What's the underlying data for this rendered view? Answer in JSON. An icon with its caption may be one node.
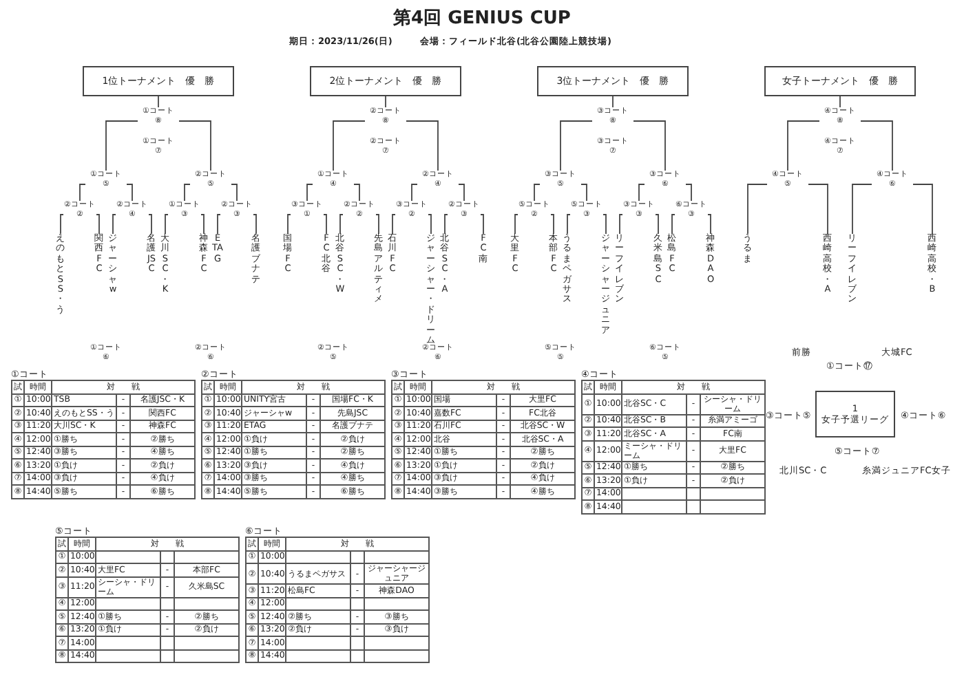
{
  "diagram": {
    "title": "第4回 GENIUS CUP",
    "nodes": [
      {
        "text": [
          "1位トーナメント　優　勝"
        ]
      },
      {
        "text": [
          "①コート",
          "⑧"
        ]
      },
      {
        "text": [
          "①コート",
          "⑦"
        ]
      },
      {
        "text": [
          "①コート",
          "⑤"
        ]
      },
      {
        "text": [
          "②コート",
          "⑤"
        ]
      },
      {
        "text": [
          "②コート",
          "②"
        ]
      },
      {
        "text": [
          "②コート",
          "④"
        ]
      },
      {
        "text": [
          "①コート",
          "③"
        ]
      },
      {
        "text": [
          "②コート",
          "③"
        ]
      },
      {
        "text": [
          "えのもとSS・う"
        ]
      },
      {
        "text": [
          "関西FC"
        ]
      },
      {
        "text": [
          "ジャーシャw"
        ]
      },
      {
        "text": [
          "名護JSC"
        ]
      },
      {
        "text": [
          "大川SC・K"
        ]
      },
      {
        "text": [
          "神森FC"
        ]
      },
      {
        "text": [
          "ETAG"
        ]
      },
      {
        "text": [
          "名護ブナテ"
        ]
      },
      {
        "text": [
          "①コート",
          "⑥"
        ]
      },
      {
        "text": [
          "②コート",
          "⑥"
        ]
      },
      {
        "text": [
          "2位トーナメント　優　勝"
        ]
      },
      {
        "text": [
          "②コート",
          "⑧"
        ]
      },
      {
        "text": [
          "②コート",
          "⑦"
        ]
      },
      {
        "text": [
          "①コート",
          "④"
        ]
      },
      {
        "text": [
          "②コート",
          "④"
        ]
      },
      {
        "text": [
          "③コート",
          "①"
        ]
      },
      {
        "text": [
          "②コート",
          "②"
        ]
      },
      {
        "text": [
          "③コート",
          "②"
        ]
      },
      {
        "text": [
          "②コート",
          "③"
        ]
      },
      {
        "text": [
          "国場FC"
        ]
      },
      {
        "text": [
          "FC北谷"
        ]
      },
      {
        "text": [
          "北谷SC・W"
        ]
      },
      {
        "text": [
          "先島アルティメ"
        ]
      },
      {
        "text": [
          "石川FC"
        ]
      },
      {
        "text": [
          "ジャーシャー・ドリーム"
        ]
      },
      {
        "text": [
          "北谷SC・A"
        ]
      },
      {
        "text": [
          "FC南"
        ]
      },
      {
        "text": [
          "②コート",
          "⑤"
        ]
      },
      {
        "text": [
          "②コート",
          "⑥"
        ]
      },
      {
        "text": [
          "3位トーナメント　優　勝"
        ]
      },
      {
        "text": [
          "③コート",
          "⑧"
        ]
      },
      {
        "text": [
          "③コート",
          "⑦"
        ]
      },
      {
        "text": [
          "③コート",
          "⑤"
        ]
      },
      {
        "text": [
          "③コート",
          "⑥"
        ]
      },
      {
        "text": [
          "⑤コート",
          "②"
        ]
      },
      {
        "text": [
          "⑤コート",
          "③"
        ]
      },
      {
        "text": [
          "③コート",
          "③"
        ]
      },
      {
        "text": [
          "⑥コート",
          "③"
        ]
      },
      {
        "text": [
          "大里FC"
        ]
      },
      {
        "text": [
          "本部FC"
        ]
      },
      {
        "text": [
          "うるまペガサス"
        ]
      },
      {
        "text": [
          "ジャーシャージュニア"
        ]
      },
      {
        "text": [
          "リーフイレブン"
        ]
      },
      {
        "text": [
          "久米島SC"
        ]
      },
      {
        "text": [
          "松島FC"
        ]
      },
      {
        "text": [
          "神森DAO"
        ]
      },
      {
        "text": [
          "⑤コート",
          "⑤"
        ]
      },
      {
        "text": [
          "⑥コート",
          "⑤"
        ]
      },
      {
        "text": [
          "女子トーナメント　優　勝"
        ]
      },
      {
        "text": [
          "④コート",
          "⑧"
        ]
      },
      {
        "text": [
          "④コート",
          "⑦"
        ]
      },
      {
        "text": [
          "④コート",
          "⑤"
        ]
      },
      {
        "text": [
          "④コート",
          "⑥"
        ]
      },
      {
        "text": [
          "うるま"
        ]
      },
      {
        "text": [
          "西崎高校・A"
        ]
      },
      {
        "text": [
          "リーフイレブン"
        ]
      },
      {
        "text": [
          "西崎高校・B"
        ]
      },
      {
        "text": [
          "1",
          "女子予選リーグ"
        ]
      }
    ],
    "edges": [
      {
        "from": 1,
        "to": 0,
        "arrow": "none"
      },
      {
        "from": 3,
        "to": 1,
        "arrow": "none"
      },
      {
        "from": 4,
        "to": 1,
        "arrow": "none"
      },
      {
        "from": 5,
        "to": 3,
        "arrow": "none"
      },
      {
        "from": 6,
        "to": 3,
        "arrow": "none"
      },
      {
        "from": 7,
        "to": 4,
        "arrow": "none"
      },
      {
        "from": 8,
        "to": 4,
        "arrow": "none"
      },
      {
        "from": 9,
        "to": 5,
        "arrow": "none"
      },
      {
        "from": 10,
        "to": 5,
        "arrow": "none"
      },
      {
        "from": 11,
        "to": 6,
        "arrow": "none"
      },
      {
        "from": 12,
        "to": 6,
        "arrow": "none"
      },
      {
        "from": 13,
        "to": 7,
        "arrow": "none"
      },
      {
        "from": 14,
        "to": 7,
        "arrow": "none"
      },
      {
        "from": 15,
        "to": 8,
        "arrow": "none"
      },
      {
        "from": 16,
        "to": 8,
        "arrow": "none"
      },
      {
        "from": 20,
        "to": 19,
        "arrow": "none"
      },
      {
        "from": 22,
        "to": 20,
        "arrow": "none"
      },
      {
        "from": 23,
        "to": 20,
        "arrow": "none"
      },
      {
        "from": 24,
        "to": 22,
        "arrow": "none"
      },
      {
        "from": 25,
        "to": 22,
        "arrow": "none"
      },
      {
        "from": 26,
        "to": 23,
        "arrow": "none"
      },
      {
        "from": 27,
        "to": 23,
        "arrow": "none"
      },
      {
        "from": 28,
        "to": 24,
        "arrow": "none"
      },
      {
        "from": 29,
        "to": 24,
        "arrow": "none"
      },
      {
        "from": 30,
        "to": 25,
        "arrow": "none"
      },
      {
        "from": 31,
        "to": 25,
        "arrow": "none"
      },
      {
        "from": 32,
        "to": 26,
        "arrow": "none"
      },
      {
        "from": 33,
        "to": 26,
        "arrow": "none"
      },
      {
        "from": 34,
        "to": 27,
        "arrow": "none"
      },
      {
        "from": 35,
        "to": 27,
        "arrow": "none"
      },
      {
        "from": 39,
        "to": 38,
        "arrow": "none"
      },
      {
        "from": 41,
        "to": 39,
        "arrow": "none"
      },
      {
        "from": 42,
        "to": 39,
        "arrow": "none"
      },
      {
        "from": 43,
        "to": 41,
        "arrow": "none"
      },
      {
        "from": 44,
        "to": 41,
        "arrow": "none"
      },
      {
        "from": 45,
        "to": 42,
        "arrow": "none"
      },
      {
        "from": 46,
        "to": 42,
        "arrow": "none"
      },
      {
        "from": 47,
        "to": 43,
        "arrow": "none"
      },
      {
        "from": 48,
        "to": 43,
        "arrow": "none"
      },
      {
        "from": 49,
        "to": 44,
        "arrow": "none"
      },
      {
        "from": 50,
        "to": 44,
        "arrow": "none"
      },
      {
        "from": 51,
        "to": 45,
        "arrow": "none"
      },
      {
        "from": 52,
        "to": 45,
        "arrow": "none"
      },
      {
        "from": 53,
        "to": 46,
        "arrow": "none"
      },
      {
        "from": 54,
        "to": 46,
        "arrow": "none"
      },
      {
        "from": 58,
        "to": 57,
        "arrow": "none"
      },
      {
        "from": 60,
        "to": 58,
        "arrow": "none"
      },
      {
        "from": 61,
        "to": 58,
        "arrow": "none"
      },
      {
        "from": 62,
        "to": 60,
        "arrow": "none"
      },
      {
        "from": 63,
        "to": 60,
        "arrow": "none"
      },
      {
        "from": 64,
        "to": 61,
        "arrow": "none"
      },
      {
        "from": 65,
        "to": 61,
        "arrow": "none"
      }
    ],
    "labels": [
      "期日：2023/11/26(日)",
      "会場：フィールド北谷(北谷公園陸上競技場)",
      "前勝",
      "大城FC",
      "①コート⑰",
      "③コート⑤",
      "④コート⑥",
      "⑤コート⑦",
      "北川SC・C",
      "糸満ジュニアFC女子",
      "①コート",
      "試",
      "時間",
      "対　　戦",
      "①",
      "10:00",
      "TSB",
      "-",
      "名護JSC・K",
      "②",
      "10:40",
      "えのもとSS・う",
      "-",
      "関西FC",
      "③",
      "11:20",
      "大川SC・K",
      "-",
      "神森FC",
      "④",
      "12:00",
      "①勝ち",
      "-",
      "②勝ち",
      "⑤",
      "12:40",
      "③勝ち",
      "-",
      "④勝ち",
      "⑥",
      "13:20",
      "①負け",
      "-",
      "②負け",
      "⑦",
      "14:00",
      "③負け",
      "-",
      "④負け",
      "⑧",
      "14:40",
      "⑤勝ち",
      "-",
      "⑥勝ち",
      "②コート",
      "試",
      "時間",
      "対　　戦",
      "①",
      "10:00",
      "UNITY宮古",
      "-",
      "国場FC・K",
      "②",
      "10:40",
      "ジャーシャw",
      "-",
      "先島JSC",
      "③",
      "11:20",
      "ETAG",
      "-",
      "名護ブナテ",
      "④",
      "12:00",
      "①負け",
      "-",
      "②負け",
      "⑤",
      "12:40",
      "①勝ち",
      "-",
      "②勝ち",
      "⑥",
      "13:20",
      "③負け",
      "-",
      "④負け",
      "⑦",
      "14:00",
      "③勝ち",
      "-",
      "④勝ち",
      "⑧",
      "14:40",
      "⑤勝ち",
      "-",
      "⑥勝ち",
      "③コート",
      "試",
      "時間",
      "対　　戦",
      "①",
      "10:00",
      "国場",
      "-",
      "大里FC",
      "②",
      "10:40",
      "嘉数FC",
      "-",
      "FC北谷",
      "③",
      "11:20",
      "石川FC",
      "-",
      "北谷SC・W",
      "④",
      "12:00",
      "北谷",
      "-",
      "北谷SC・A",
      "⑤",
      "12:40",
      "①勝ち",
      "-",
      "②勝ち",
      "⑥",
      "13:20",
      "①負け",
      "-",
      "②負け",
      "⑦",
      "14:00",
      "③負け",
      "-",
      "④負け",
      "⑧",
      "14:40",
      "③勝ち",
      "-",
      "④勝ち",
      "④コート",
      "試",
      "時間",
      "対　　戦",
      "①",
      "10:00",
      "北谷SC・C",
      "-",
      "シーシャ・ドリーム",
      "②",
      "10:40",
      "北谷SC・B",
      "-",
      "糸満アミーゴ",
      "③",
      "11:20",
      "北谷SC・A",
      "-",
      "FC南",
      "④",
      "12:00",
      "ミーシャ・ドリーム",
      "-",
      "大里FC",
      "⑤",
      "12:40",
      "①勝ち",
      "-",
      "②勝ち",
      "⑥",
      "13:20",
      "①負け",
      "-",
      "②負け",
      "⑦",
      "14:00",
      "⑧",
      "14:40",
      "⑤コート",
      "試",
      "時間",
      "対　　戦",
      "①",
      "10:00",
      "②",
      "10:40",
      "大里FC",
      "-",
      "本部FC",
      "③",
      "11:20",
      "シーシャ・ドリーム",
      "-",
      "久米島SC",
      "④",
      "12:00",
      "⑤",
      "12:40",
      "①勝ち",
      "-",
      "②勝ち",
      "⑥",
      "13:20",
      "①負け",
      "-",
      "②負け",
      "⑦",
      "14:00",
      "⑧",
      "14:40",
      "⑥コート",
      "試",
      "時間",
      "対　　戦",
      "①",
      "10:00",
      "②",
      "10:40",
      "うるまペガサス",
      "-",
      "ジャーシャージュニア",
      "③",
      "11:20",
      "松島FC",
      "-",
      "神森DAO",
      "④",
      "12:00",
      "⑤",
      "12:40",
      "②勝ち",
      "-",
      "③勝ち",
      "⑥",
      "13:20",
      "②負け",
      "-",
      "③負け",
      "⑦",
      "14:00",
      "⑧",
      "14:40"
    ]
  }
}
